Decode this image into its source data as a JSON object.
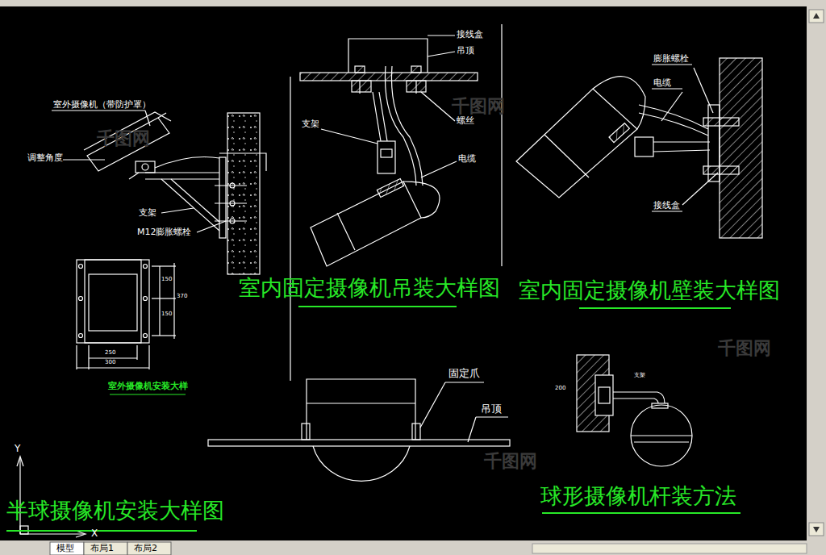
{
  "diagram": {
    "labels": [
      "室外摄像机（带防护罩）",
      "调整角度",
      "支架",
      "M12膨胀螺栓",
      "150",
      "150",
      "370",
      "250",
      "300",
      "室外摄像机安装大样",
      "接线盒",
      "吊顶",
      "螺丝",
      "支架",
      "电缆",
      "室内固定摄像机吊装大样图",
      "膨胀螺栓",
      "电缆",
      "接线盒",
      "室内固定摄像机壁装大样图",
      "固定爪",
      "吊顶",
      "半球摄像机安装大样图",
      "200",
      "支架",
      "球形摄像机杆装方法",
      "Y",
      "X",
      "模型",
      "布局1",
      "布局2",
      "千图网",
      "千图网",
      "千图网",
      "千图网"
    ]
  }
}
